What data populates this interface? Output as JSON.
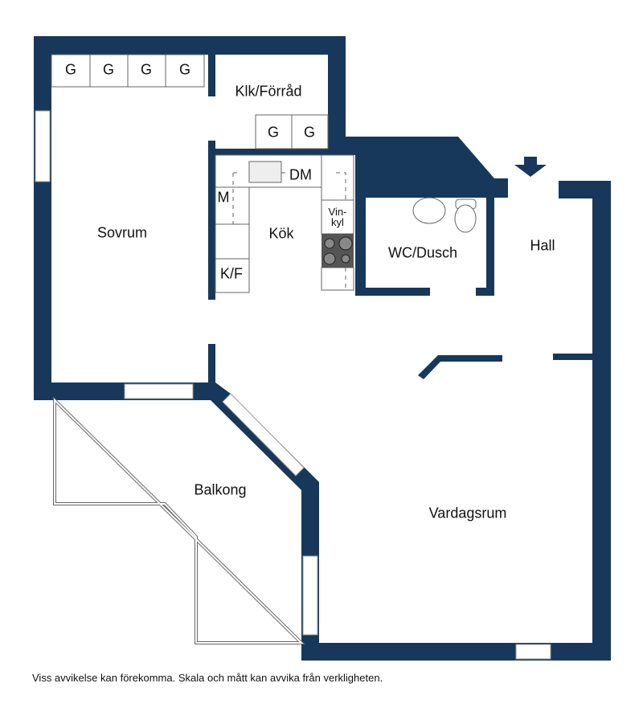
{
  "colors": {
    "wall": "#17385a",
    "appliance": "#555555"
  },
  "rooms": {
    "sovrum": "Sovrum",
    "klk": "Klk/Förråd",
    "kok": "Kök",
    "wc": "WC/Dusch",
    "hall": "Hall",
    "balkong": "Balkong",
    "vardagsrum": "Vardagsrum"
  },
  "fixtures": {
    "g": "G",
    "dm": "DM",
    "m": "M",
    "kf": "K/F",
    "vinkyl_1": "Vin-",
    "vinkyl_2": "kyl"
  },
  "icons": {
    "entrance": "entrance-arrow-icon"
  },
  "footer": "Viss avvikelse kan förekomma. Skala och mått kan avvika från verkligheten."
}
